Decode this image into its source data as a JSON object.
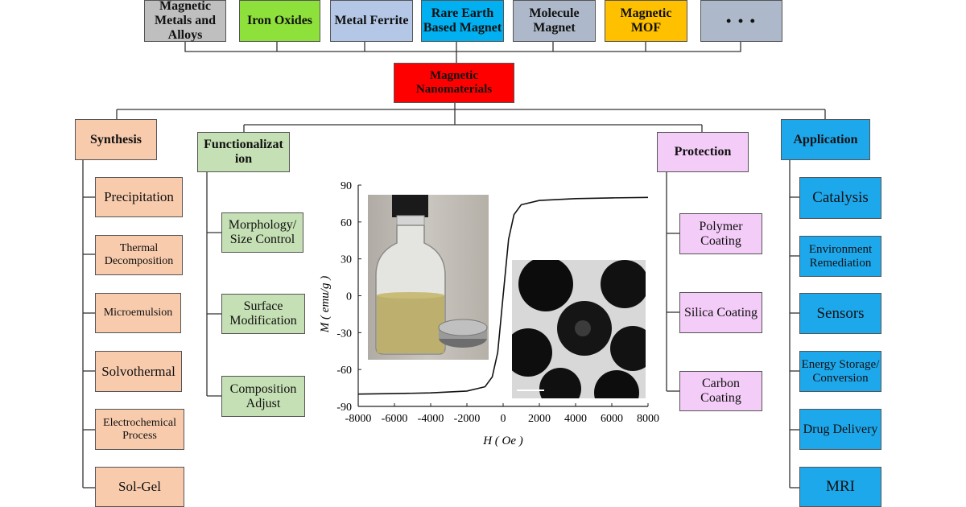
{
  "top_categories": [
    {
      "label": "Magnetic Metals and Alloys",
      "color": "#bfbfbf"
    },
    {
      "label": "Iron Oxides",
      "color": "#8ee03a"
    },
    {
      "label": "Metal Ferrite",
      "color": "#b4c7e7"
    },
    {
      "label": "Rare Earth Based Magnet",
      "color": "#00b0f0"
    },
    {
      "label": "Molecule Magnet",
      "color": "#adb9ca"
    },
    {
      "label": "Magnetic MOF",
      "color": "#ffc000"
    },
    {
      "label": "• • •",
      "color": "#adb9ca"
    }
  ],
  "center": {
    "label": "Magnetic Nanomaterials",
    "color": "#ff0000"
  },
  "branches": {
    "synthesis": {
      "label": "Synthesis",
      "color": "#f8cbad",
      "items": [
        "Precipitation",
        "Thermal Decomposition",
        "Microemulsion",
        "Solvothermal",
        "Electrochemical Process",
        "Sol-Gel"
      ]
    },
    "functionalization": {
      "label": "Functionalization",
      "color": "#c5e0b4",
      "items": [
        "Morphology/ Size Control",
        "Surface Modification",
        "Composition Adjust"
      ]
    },
    "protection": {
      "label": "Protection",
      "color": "#f4ccf8",
      "items": [
        "Polymer Coating",
        "Silica Coating",
        "Carbon Coating"
      ]
    },
    "application": {
      "label": "Application",
      "color": "#1ea8ec",
      "items": [
        "Catalysis",
        "Environment Remediation",
        "Sensors",
        "Energy Storage/ Conversion",
        "Drug Delivery",
        "MRI"
      ]
    }
  },
  "chart_data": {
    "type": "line",
    "xlabel": "H ( Oe )",
    "ylabel": "M ( emu/g )",
    "xlim": [
      -8000,
      8000
    ],
    "ylim": [
      -90,
      90
    ],
    "x_ticks": [
      -8000,
      -6000,
      -4000,
      -2000,
      0,
      2000,
      4000,
      6000,
      8000
    ],
    "y_ticks": [
      -90,
      -60,
      -30,
      0,
      30,
      60,
      90
    ],
    "series": [
      {
        "x": [
          -8000,
          -6000,
          -4000,
          -2000,
          -1000,
          -600,
          -300,
          0,
          300,
          600,
          1000,
          2000,
          4000,
          6000,
          8000
        ],
        "y": [
          -80,
          -79.6,
          -79,
          -77.5,
          -74,
          -66,
          -46,
          0,
          46,
          66,
          74,
          77.5,
          79,
          79.6,
          80
        ]
      }
    ],
    "grid": false
  }
}
